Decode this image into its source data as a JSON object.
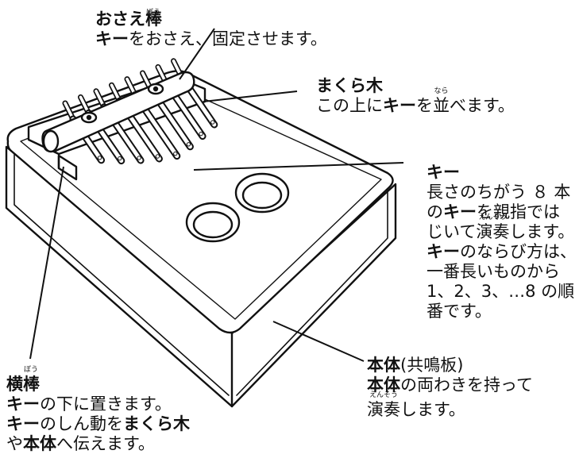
{
  "labels": {
    "osae": {
      "title": "おさえ棒",
      "ruby": "ぼう",
      "desc_bold": "キー",
      "desc": "をおさえ、固定させます。"
    },
    "makura": {
      "title": "まくら木",
      "desc_pre": "この上に",
      "desc_bold": "キー",
      "desc_mid": "を",
      "desc_ruby_base": "並",
      "desc_ruby": "なら",
      "desc_post": "べます。"
    },
    "key": {
      "title": "キー",
      "line1": "長さのちがう ８ 本",
      "line2_pre": "の",
      "line2_bold": "キー",
      "line2_post": "を親指では",
      "line3_pre": "じいて",
      "line3_ruby_base": "演奏",
      "line3_ruby": "えんそう",
      "line3_post": "します。",
      "line4_bold": "キー",
      "line4_post": "のならび方は、",
      "line5": "一番長いものから",
      "line6": "1、2、3、…8 の順",
      "line7": "番です。"
    },
    "yokobou": {
      "title": "横棒",
      "ruby": "ぼう",
      "line1_bold": "キー",
      "line1": "の下に置きます。",
      "line2_bold1": "キー",
      "line2_mid": "のしん動を",
      "line2_bold2": "まくら木",
      "line3_pre": "や",
      "line3_bold": "本体",
      "line3_post": "へ伝えます。"
    },
    "hontai": {
      "title": "本体",
      "title_paren": "(共鳴板)",
      "line1_bold": "本体",
      "line1": "の両わきを持って",
      "line2_ruby_base": "演奏",
      "line2_ruby": "えんそう",
      "line2_post": "します。"
    }
  },
  "illustration": {
    "name": "kalimba",
    "key_count": 8,
    "line_color": "#111111",
    "fill_color": "#ffffff"
  }
}
